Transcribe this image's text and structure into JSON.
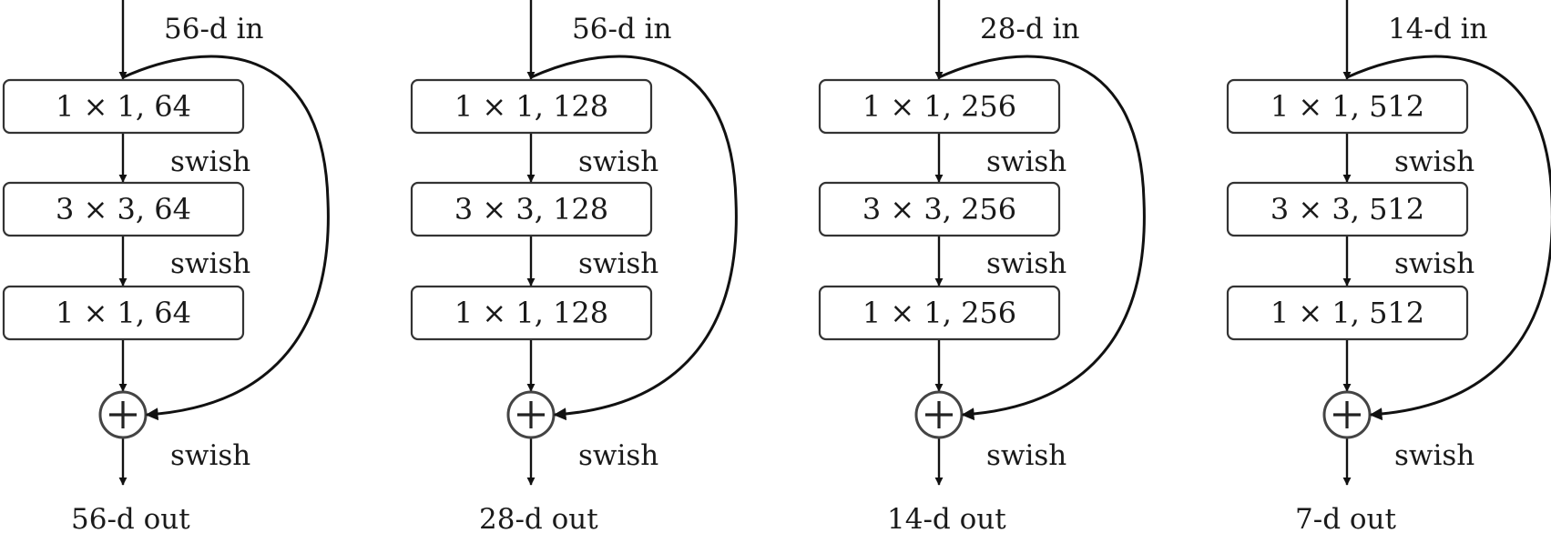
{
  "diagram": {
    "columns": [
      {
        "in_label": "56-d in",
        "blocks": [
          "1 × 1, 64",
          "3 × 3, 64",
          "1 × 1, 64"
        ],
        "act1": "swish",
        "act2": "swish",
        "act3": "swish",
        "out_label": "56-d out"
      },
      {
        "in_label": "56-d in",
        "blocks": [
          "1 × 1, 128",
          "3 × 3, 128",
          "1 × 1, 128"
        ],
        "act1": "swish",
        "act2": "swish",
        "act3": "swish",
        "out_label": "28-d out"
      },
      {
        "in_label": "28-d in",
        "blocks": [
          "1 × 1, 256",
          "3 × 3, 256",
          "1 × 1, 256"
        ],
        "act1": "swish",
        "act2": "swish",
        "act3": "swish",
        "out_label": "14-d out"
      },
      {
        "in_label": "14-d in",
        "blocks": [
          "1 × 1, 512",
          "3 × 3, 512",
          "1 × 1, 512"
        ],
        "act1": "swish",
        "act2": "swish",
        "act3": "swish",
        "out_label": "7-d out"
      }
    ]
  }
}
